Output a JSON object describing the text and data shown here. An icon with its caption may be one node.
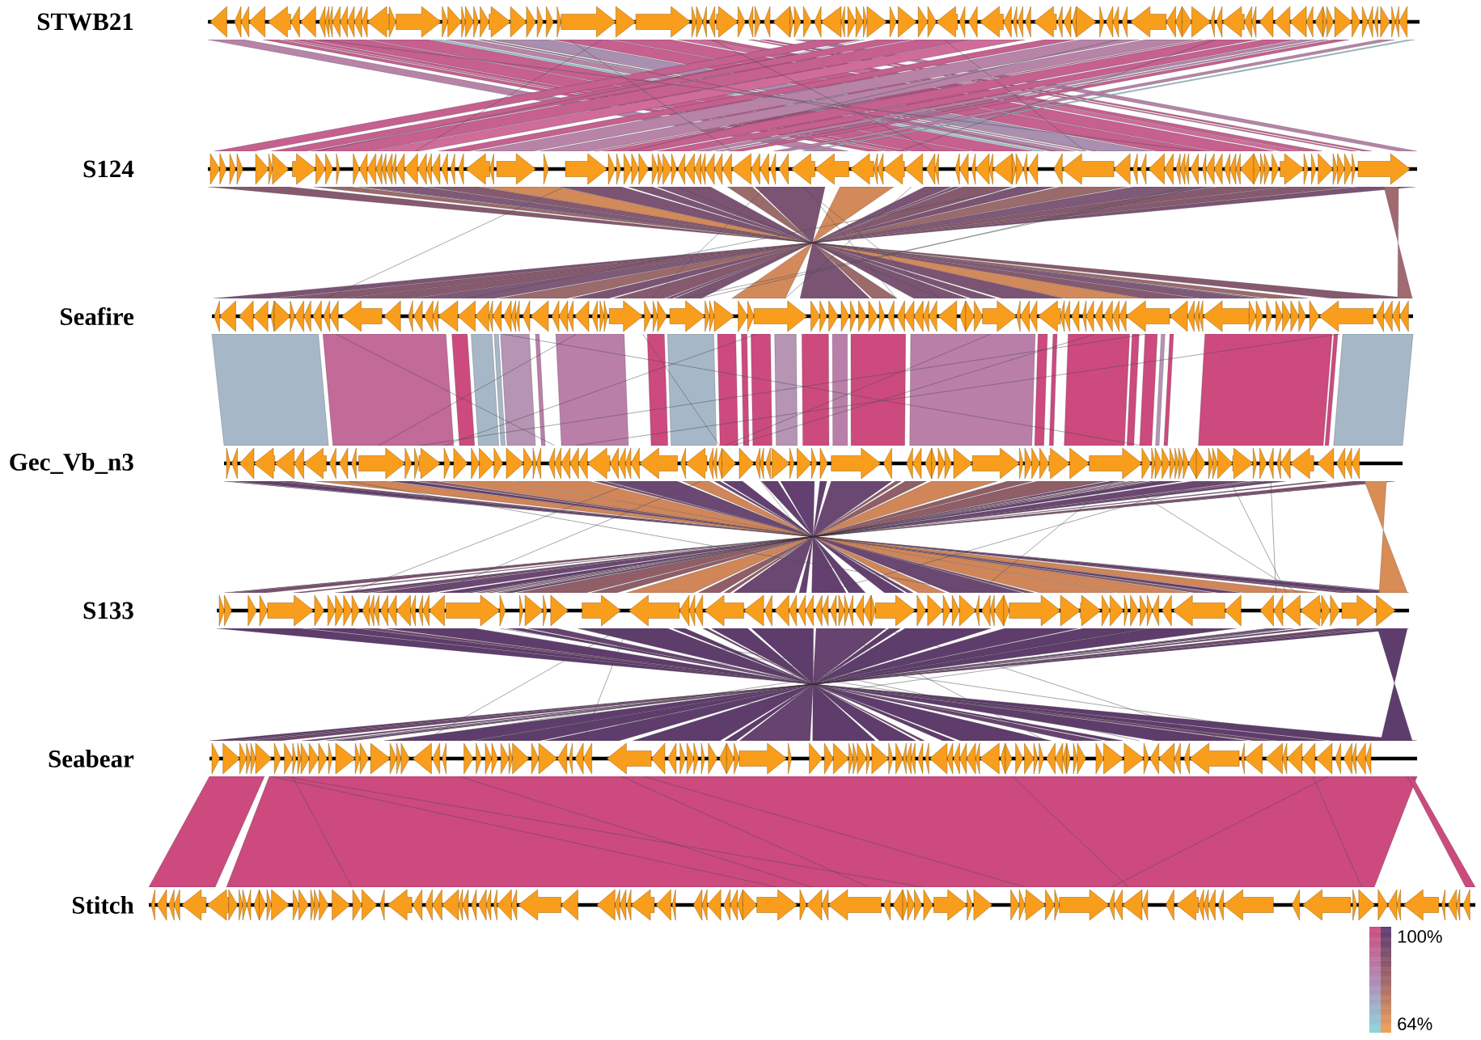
{
  "diagram": {
    "labels": [
      "STWB21",
      "S124",
      "Seafire",
      "Gec_Vb_n3",
      "S133",
      "Seabear",
      "Stitch",
      "100%",
      "64%"
    ]
  }
}
